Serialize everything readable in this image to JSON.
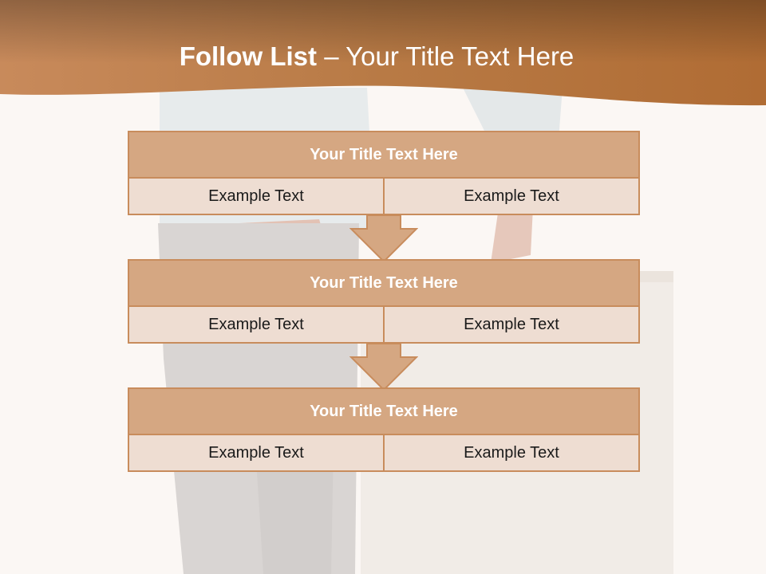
{
  "slide": {
    "title_bold": "Follow List",
    "title_rest": " – Your Title Text Here"
  },
  "steps": [
    {
      "title": "Your Title Text Here",
      "left": "Example Text",
      "right": "Example Text"
    },
    {
      "title": "Your Title Text Here",
      "left": "Example Text",
      "right": "Example Text"
    },
    {
      "title": "Your Title Text Here",
      "left": "Example Text",
      "right": "Example Text"
    }
  ],
  "colors": {
    "header_brown": "#b8773f",
    "box_head": "#d5a782",
    "box_body": "#eeddd2",
    "border": "#c88c5c"
  }
}
